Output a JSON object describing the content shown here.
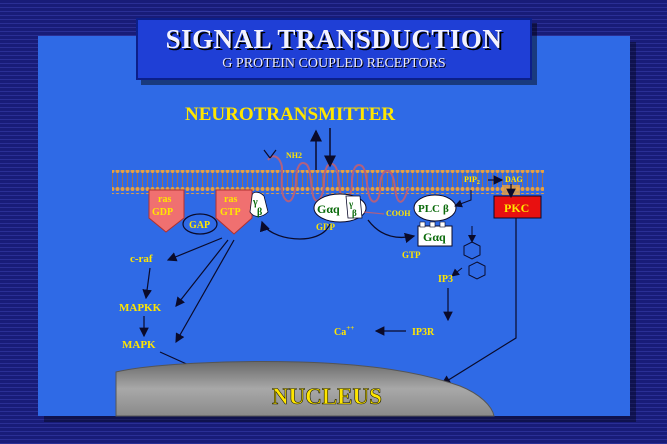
{
  "title": {
    "main": "SIGNAL TRANSDUCTION",
    "subtitle": "G PROTEIN COUPLED RECEPTORS"
  },
  "labels": {
    "neurotransmitter": "NEUROTRANSMITTER",
    "nh2": "NH2",
    "cooh": "COOH",
    "pip2": "PIP",
    "pip2_sub": "2",
    "dag": "DAG",
    "ras": "ras",
    "gdp": "GDP",
    "gtp": "GTP",
    "gap": "GAP",
    "gamma": "γ",
    "beta": "β",
    "galpha_q": "Gαq",
    "plc": "PLC",
    "pkc": "PKC",
    "craf": "c-raf",
    "mapkk": "MAPKK",
    "mapk": "MAPK",
    "ip3": "IP3",
    "ip3r": "IP3R",
    "ca": "Ca",
    "ca_charge": "++",
    "nucleus": "NUCLEUS"
  },
  "colors": {
    "background": "#1a1a6e",
    "panel": "#2f6ae6",
    "label_yellow": "#ffe600",
    "pkc_red": "#e81010",
    "ras_pink": "#f07070"
  }
}
